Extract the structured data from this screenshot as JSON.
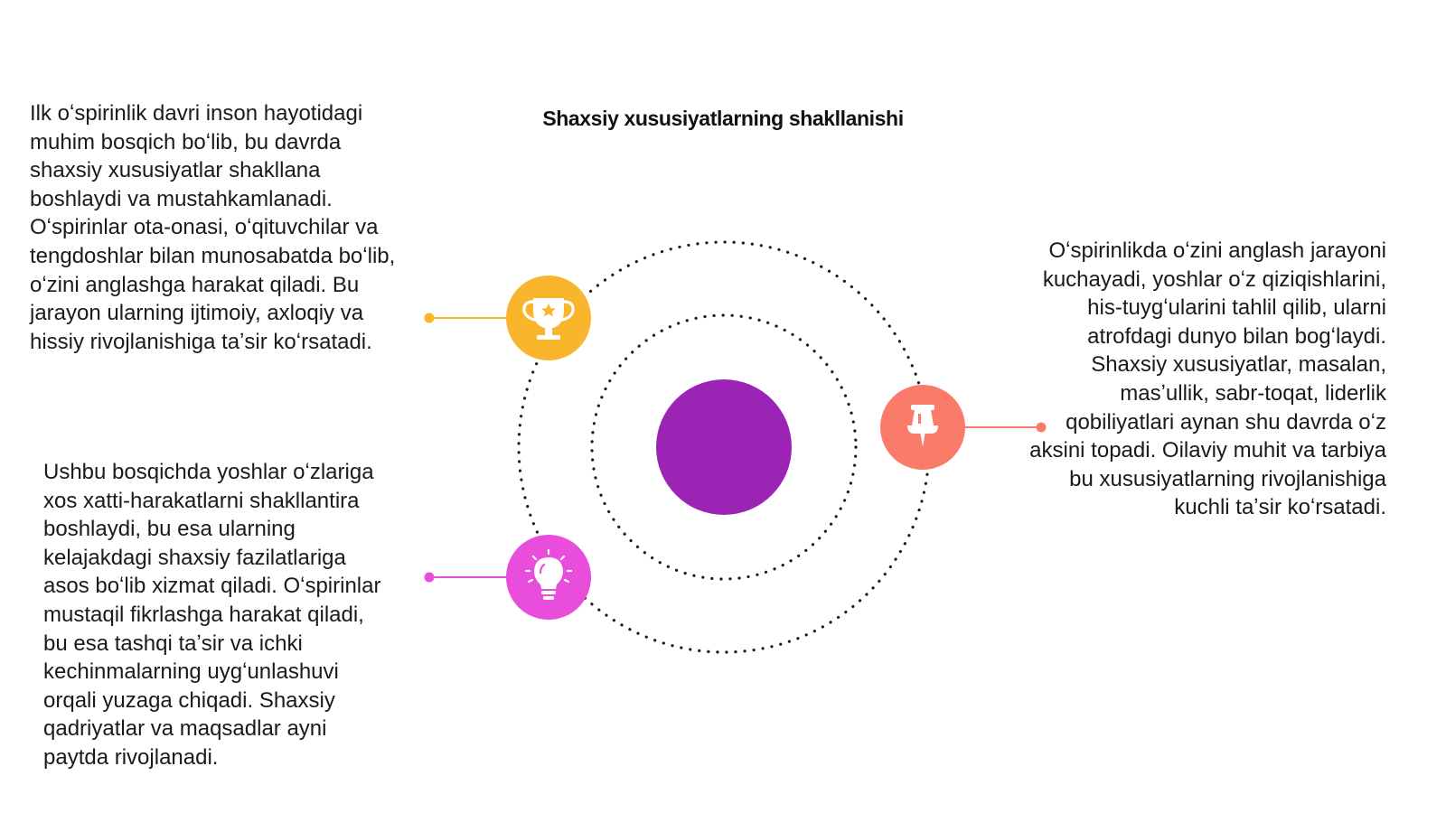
{
  "title": "Shaxsiy xususiyatlarning shakllanishi",
  "blocks": {
    "top_left": "Ilk oʻspirinlik davri inson hayotidagi muhim bosqich boʻlib, bu davrda shaxsiy xususiyatlar shakllana boshlaydi va mustahkamlanadi. Oʻspirinlar ota-onasi, oʻqituvchilar va tengdoshlar bilan munosabatda boʻlib, oʻzini anglashga harakat qiladi. Bu jarayon ularning ijtimoiy, axloqiy va hissiy rivojlanishiga taʼsir koʻrsatadi.",
    "bottom_left": "Ushbu bosqichda yoshlar oʻzlariga xos xatti-harakatlarni shakllantira boshlaydi, bu esa ularning kelajakdagi shaxsiy fazilatlariga asos boʻlib xizmat qiladi. Oʻspirinlar mustaqil fikrlashga harakat qiladi, bu esa tashqi taʼsir va ichki kechinmalarning uygʻunlashuvi orqali yuzaga chiqadi. Shaxsiy qadriyatlar va maqsadlar ayni paytda rivojlanadi.",
    "right": "Oʻspirinlikda oʻzini anglash jarayoni kuchayadi, yoshlar oʻz qiziqishlarini, his-tuygʻularini tahlil qilib, ularni atrofdagi dunyo bilan bogʻlaydi. Shaxsiy xususiyatlar, masalan, masʼullik, sabr-toqat, liderlik qobiliyatlari aynan shu davrda oʻz aksini topadi. Oilaviy muhit va tarbiya bu xususiyatlarning rivojlanishiga kuchli taʼsir koʻrsatadi."
  },
  "nodes": [
    {
      "id": "trophy",
      "icon": "trophy-icon",
      "color": "#f9b52c"
    },
    {
      "id": "pin",
      "icon": "pushpin-icon",
      "color": "#fb7b6b"
    },
    {
      "id": "bulb",
      "icon": "lightbulb-icon",
      "color": "#e84ddb"
    }
  ],
  "center_color": "#9b24b5"
}
